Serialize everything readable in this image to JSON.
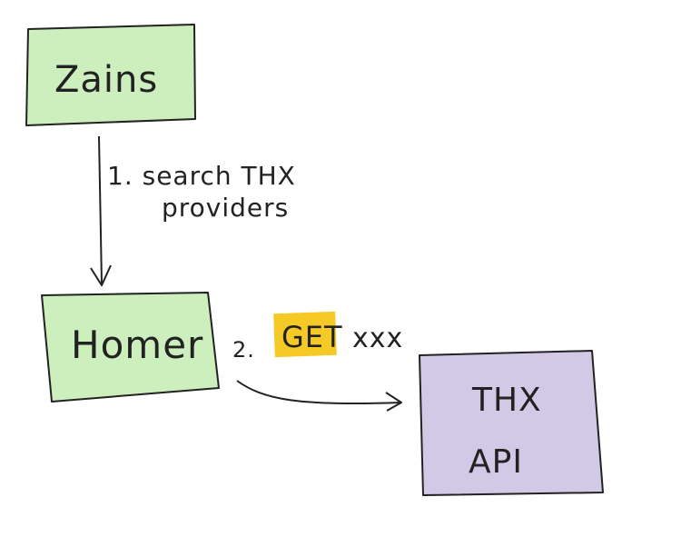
{
  "nodes": {
    "zains": {
      "label": "Zains",
      "fill": "#cdeebd"
    },
    "homer": {
      "label": "Homer",
      "fill": "#cdeebd"
    },
    "thx_api": {
      "label_line1": "THX",
      "label_line2": "API",
      "fill": "#d2c9e6"
    }
  },
  "edges": {
    "step1": {
      "label_line1": "1. search THX",
      "label_line2": "providers"
    },
    "step2": {
      "number": "2.",
      "method": "GET",
      "path": "xxx",
      "highlight": "#f3c000"
    }
  },
  "colors": {
    "ink": "#222222"
  }
}
